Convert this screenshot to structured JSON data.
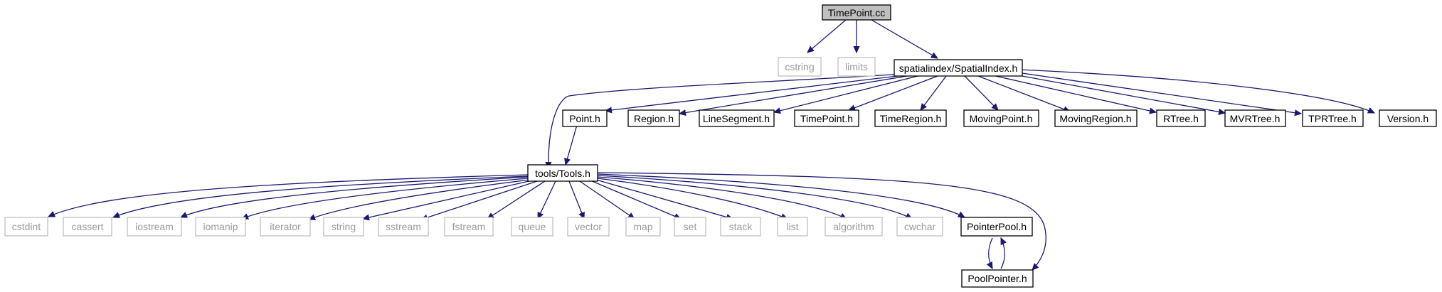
{
  "diagram": {
    "nodes": {
      "timepoint_cc": "TimePoint.cc",
      "cstring": "cstring",
      "limits": "limits",
      "spatialindex": "spatialindex/SpatialIndex.h",
      "point_h": "Point.h",
      "region_h": "Region.h",
      "linesegment_h": "LineSegment.h",
      "timepoint_h": "TimePoint.h",
      "timeregion_h": "TimeRegion.h",
      "movingpoint_h": "MovingPoint.h",
      "movingregion_h": "MovingRegion.h",
      "rtree_h": "RTree.h",
      "mvrtree_h": "MVRTree.h",
      "tprtree_h": "TPRTree.h",
      "version_h": "Version.h",
      "tools_h": "tools/Tools.h",
      "cstdint": "cstdint",
      "cassert": "cassert",
      "iostream": "iostream",
      "iomanip": "iomanip",
      "iterator": "iterator",
      "string": "string",
      "sstream": "sstream",
      "fstream": "fstream",
      "queue": "queue",
      "vector": "vector",
      "map": "map",
      "set": "set",
      "stack": "stack",
      "list": "list",
      "algorithm": "algorithm",
      "cwchar": "cwchar",
      "pointerpool_h": "PointerPool.h",
      "poolpointer_h": "PoolPointer.h"
    },
    "colors": {
      "edge": "#191970",
      "main_fill": "#bfbfbf",
      "external_border": "#bfbfbf",
      "external_text": "#9a9a9a"
    }
  }
}
